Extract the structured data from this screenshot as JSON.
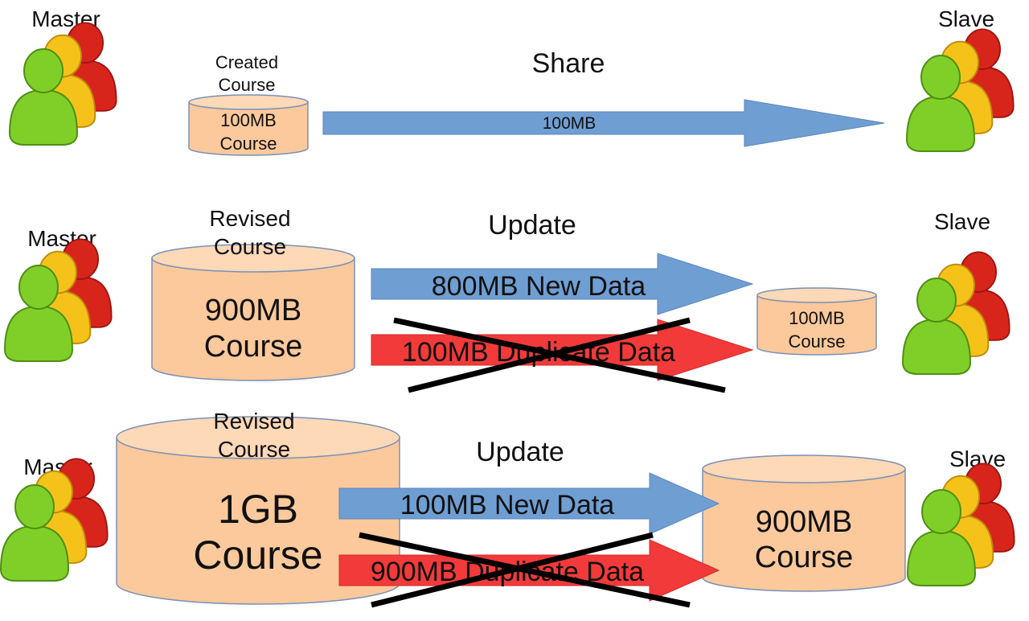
{
  "colors": {
    "arrow_blue": "#6f9ed3",
    "arrow_red": "#f23a3a",
    "cylinder_fill": "#fcc99c",
    "cylinder_stroke": "#7a90b5",
    "person_green": "#7fcf28",
    "person_yellow": "#f5c21a",
    "person_red": "#d8251c",
    "cross": "#000000"
  },
  "icons": [
    "users-group-icon"
  ],
  "rows": [
    {
      "master_label": "Master",
      "slave_label": "Slave",
      "action_label": "Share",
      "source": {
        "caption": [
          "Created",
          "Course"
        ],
        "text": [
          "100MB",
          "Course"
        ]
      },
      "arrows": [
        {
          "kind": "transfer",
          "text": "100MB",
          "color": "blue",
          "crossed": false
        }
      ]
    },
    {
      "master_label": "Master",
      "slave_label": "Slave",
      "action_label": "Update",
      "source": {
        "caption": [
          "Revised",
          "Course"
        ],
        "text": [
          "900MB",
          "Course"
        ]
      },
      "arrows": [
        {
          "kind": "new",
          "text": "800MB New Data",
          "color": "blue",
          "crossed": false
        },
        {
          "kind": "duplicate",
          "text": "100MB Duplicate Data",
          "color": "red",
          "crossed": true
        }
      ],
      "target": {
        "text": [
          "100MB",
          "Course"
        ]
      }
    },
    {
      "master_label": "Master",
      "slave_label": "Slave",
      "action_label": "Update",
      "source": {
        "caption": [
          "Revised",
          "Course"
        ],
        "text": [
          "1GB",
          "Course"
        ]
      },
      "arrows": [
        {
          "kind": "new",
          "text": "100MB New Data",
          "color": "blue",
          "crossed": false
        },
        {
          "kind": "duplicate",
          "text": "900MB Duplicate Data",
          "color": "red",
          "crossed": true
        }
      ],
      "target": {
        "text": [
          "900MB",
          "Course"
        ]
      }
    }
  ]
}
